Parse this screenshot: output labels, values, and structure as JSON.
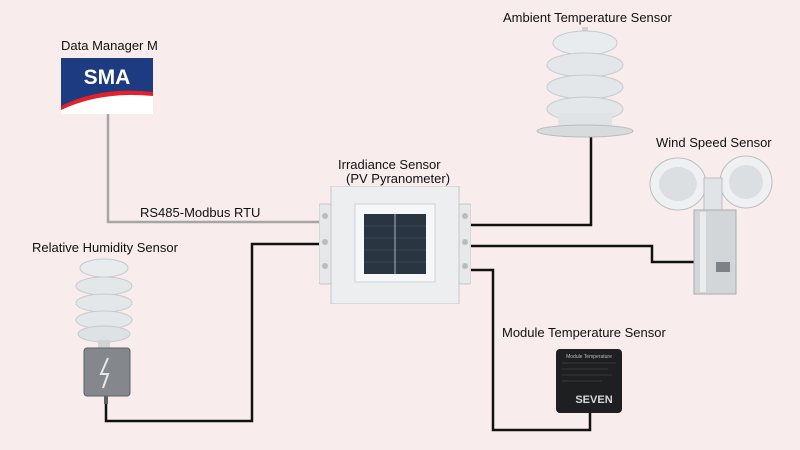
{
  "labels": {
    "data_manager": "Data Manager M",
    "sma_logo": "SMA",
    "ambient": "Ambient Temperature Sensor",
    "irradiance_line1": "Irradiance Sensor",
    "irradiance_line2": "(PV Pyranometer)",
    "wind": "Wind Speed Sensor",
    "humidity": "Relative Humidity Sensor",
    "module": "Module Temperature Sensor",
    "bus": "RS485-Modbus RTU"
  },
  "module_device": {
    "line1": "Module Temperature",
    "brand": "SEVEN"
  },
  "colors": {
    "background": "#f8ecec",
    "sma_blue": "#1d3b80",
    "sma_red": "#e4202a",
    "bus_wire": "#a6a6a6",
    "sensor_wire": "#111111"
  }
}
